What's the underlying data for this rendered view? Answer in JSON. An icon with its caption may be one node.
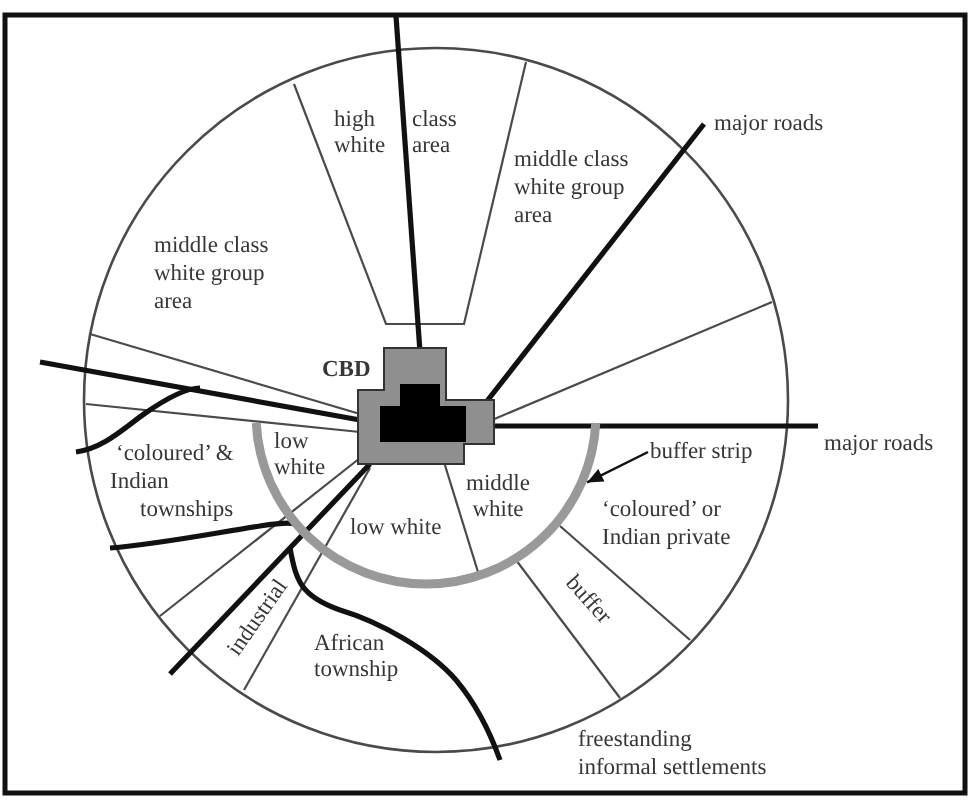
{
  "diagram": {
    "nodes": [
      {
        "text": [
          "buffer strip"
        ]
      },
      {
        "text": [],
        "shape": "arc"
      }
    ],
    "edges": [
      {
        "from": 0,
        "to": 1,
        "arrow": "to"
      }
    ],
    "labels": [
      "high white",
      "class area",
      "major roads",
      "middle class white group area",
      "middle class white group area",
      "CBD",
      "low white",
      "major roads",
      "‘coloured’ & Indian townships",
      "middle white",
      "‘coloured’ or Indian private",
      "low white",
      "buffer",
      "industrial",
      "African township",
      "freestanding informal settlements"
    ]
  }
}
